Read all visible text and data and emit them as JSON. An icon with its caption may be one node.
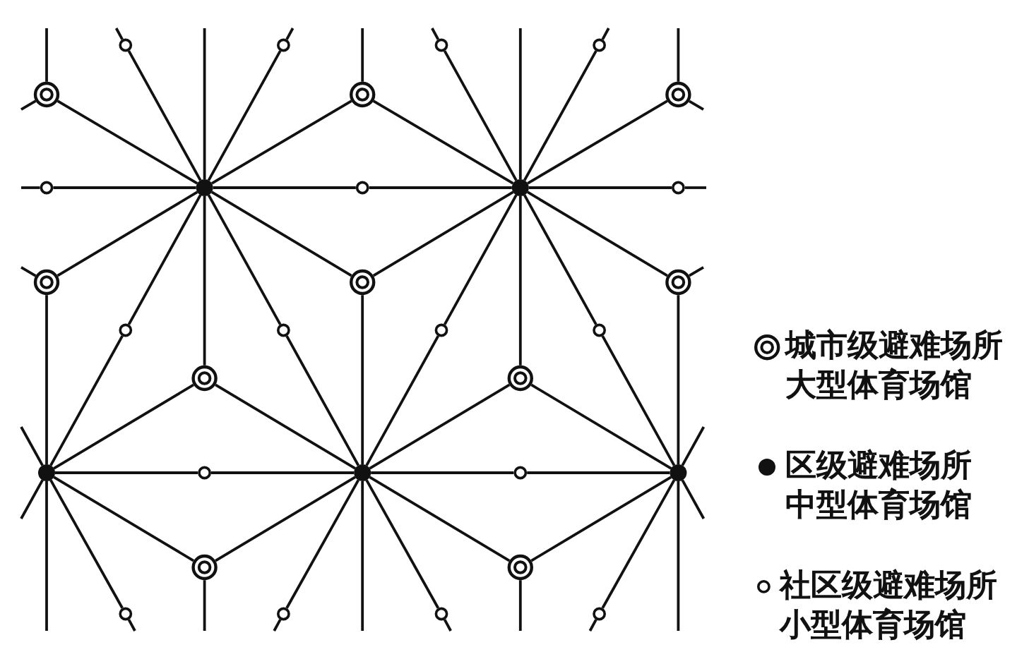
{
  "diagram": {
    "nodes": [
      {
        "text": [],
        "shape": "circle"
      },
      {
        "text": [],
        "shape": "circle"
      },
      {
        "text": [],
        "shape": "circle"
      },
      {
        "text": [],
        "shape": "circle"
      },
      {
        "text": [],
        "shape": "ring"
      },
      {
        "text": [],
        "shape": "ring"
      },
      {
        "text": [],
        "shape": "ring"
      },
      {
        "text": [],
        "shape": "circle"
      },
      {
        "text": [],
        "shape": "dot"
      },
      {
        "text": [],
        "shape": "circle"
      },
      {
        "text": [],
        "shape": "dot"
      },
      {
        "text": [],
        "shape": "circle"
      },
      {
        "text": [],
        "shape": "ring"
      },
      {
        "text": [],
        "shape": "ring"
      },
      {
        "text": [],
        "shape": "ring"
      },
      {
        "text": [],
        "shape": "circle"
      },
      {
        "text": [],
        "shape": "circle"
      },
      {
        "text": [],
        "shape": "circle"
      },
      {
        "text": [],
        "shape": "circle"
      },
      {
        "text": [],
        "shape": "ring"
      },
      {
        "text": [],
        "shape": "ring"
      },
      {
        "text": [],
        "shape": "dot"
      },
      {
        "text": [],
        "shape": "circle"
      },
      {
        "text": [],
        "shape": "dot"
      },
      {
        "text": [],
        "shape": "circle"
      },
      {
        "text": [],
        "shape": "dot"
      },
      {
        "text": [],
        "shape": "ring"
      },
      {
        "text": [],
        "shape": "ring"
      },
      {
        "text": [],
        "shape": "circle"
      },
      {
        "text": [],
        "shape": "circle"
      },
      {
        "text": [],
        "shape": "circle"
      },
      {
        "text": [],
        "shape": "circle"
      }
    ],
    "edges": [
      {
        "from": 4,
        "to": null,
        "arrow": "none"
      },
      {
        "from": 12,
        "to": 21,
        "arrow": "none"
      },
      {
        "from": 21,
        "to": null,
        "arrow": "none"
      },
      {
        "from": 8,
        "to": null,
        "arrow": "none"
      },
      {
        "from": 8,
        "to": 19,
        "arrow": "none"
      },
      {
        "from": 26,
        "to": null,
        "arrow": "none"
      },
      {
        "from": 5,
        "to": null,
        "arrow": "none"
      },
      {
        "from": 13,
        "to": 23,
        "arrow": "none"
      },
      {
        "from": 23,
        "to": null,
        "arrow": "none"
      },
      {
        "from": 10,
        "to": null,
        "arrow": "none"
      },
      {
        "from": 10,
        "to": 20,
        "arrow": "none"
      },
      {
        "from": 27,
        "to": null,
        "arrow": "none"
      },
      {
        "from": 6,
        "to": null,
        "arrow": "none"
      },
      {
        "from": 14,
        "to": 25,
        "arrow": "none"
      },
      {
        "from": 25,
        "to": null,
        "arrow": "none"
      },
      {
        "from": 7,
        "to": null,
        "arrow": "none"
      },
      {
        "from": 7,
        "to": 8,
        "arrow": "none"
      },
      {
        "from": 8,
        "to": 9,
        "arrow": "none"
      },
      {
        "from": 9,
        "to": 10,
        "arrow": "none"
      },
      {
        "from": 10,
        "to": 11,
        "arrow": "none"
      },
      {
        "from": 11,
        "to": null,
        "arrow": "none"
      },
      {
        "from": 21,
        "to": 22,
        "arrow": "none"
      },
      {
        "from": 22,
        "to": 23,
        "arrow": "none"
      },
      {
        "from": 23,
        "to": 24,
        "arrow": "none"
      },
      {
        "from": 24,
        "to": 25,
        "arrow": "none"
      },
      {
        "from": 8,
        "to": 4,
        "arrow": "none"
      },
      {
        "from": 8,
        "to": 5,
        "arrow": "none"
      },
      {
        "from": 8,
        "to": 12,
        "arrow": "none"
      },
      {
        "from": 8,
        "to": 13,
        "arrow": "none"
      },
      {
        "from": 10,
        "to": 5,
        "arrow": "none"
      },
      {
        "from": 10,
        "to": 6,
        "arrow": "none"
      },
      {
        "from": 10,
        "to": 13,
        "arrow": "none"
      },
      {
        "from": 10,
        "to": 14,
        "arrow": "none"
      },
      {
        "from": 21,
        "to": 19,
        "arrow": "none"
      },
      {
        "from": 21,
        "to": 26,
        "arrow": "none"
      },
      {
        "from": 23,
        "to": 19,
        "arrow": "none"
      },
      {
        "from": 23,
        "to": 20,
        "arrow": "none"
      },
      {
        "from": 23,
        "to": 26,
        "arrow": "none"
      },
      {
        "from": 23,
        "to": 27,
        "arrow": "none"
      },
      {
        "from": 25,
        "to": 20,
        "arrow": "none"
      },
      {
        "from": 25,
        "to": 27,
        "arrow": "none"
      },
      {
        "from": 4,
        "to": null,
        "arrow": "none"
      },
      {
        "from": 12,
        "to": null,
        "arrow": "none"
      },
      {
        "from": 6,
        "to": null,
        "arrow": "none"
      },
      {
        "from": 14,
        "to": null,
        "arrow": "none"
      },
      {
        "from": 8,
        "to": 0,
        "arrow": "none"
      },
      {
        "from": 0,
        "to": null,
        "arrow": "none"
      },
      {
        "from": 8,
        "to": 1,
        "arrow": "none"
      },
      {
        "from": 1,
        "to": null,
        "arrow": "none"
      },
      {
        "from": 8,
        "to": 15,
        "arrow": "none"
      },
      {
        "from": 15,
        "to": 21,
        "arrow": "none"
      },
      {
        "from": 8,
        "to": 16,
        "arrow": "none"
      },
      {
        "from": 16,
        "to": 23,
        "arrow": "none"
      },
      {
        "from": 10,
        "to": 2,
        "arrow": "none"
      },
      {
        "from": 2,
        "to": null,
        "arrow": "none"
      },
      {
        "from": 10,
        "to": 3,
        "arrow": "none"
      },
      {
        "from": 3,
        "to": null,
        "arrow": "none"
      },
      {
        "from": 10,
        "to": 17,
        "arrow": "none"
      },
      {
        "from": 17,
        "to": 23,
        "arrow": "none"
      },
      {
        "from": 10,
        "to": 18,
        "arrow": "none"
      },
      {
        "from": 18,
        "to": 25,
        "arrow": "none"
      },
      {
        "from": 21,
        "to": 28,
        "arrow": "none"
      },
      {
        "from": 28,
        "to": null,
        "arrow": "none"
      },
      {
        "from": 21,
        "to": null,
        "arrow": "none"
      },
      {
        "from": 21,
        "to": null,
        "arrow": "none"
      },
      {
        "from": 23,
        "to": 29,
        "arrow": "none"
      },
      {
        "from": 29,
        "to": null,
        "arrow": "none"
      },
      {
        "from": 23,
        "to": 30,
        "arrow": "none"
      },
      {
        "from": 30,
        "to": null,
        "arrow": "none"
      },
      {
        "from": 25,
        "to": 31,
        "arrow": "none"
      },
      {
        "from": 31,
        "to": null,
        "arrow": "none"
      },
      {
        "from": 25,
        "to": null,
        "arrow": "none"
      },
      {
        "from": 25,
        "to": null,
        "arrow": "none"
      }
    ],
    "legend": [
      {
        "text": "城市级避难场所大型体育场馆"
      },
      {
        "text": "区级避难场所中型体育场馆"
      },
      {
        "text": "社区级避难场所小型体育场馆"
      }
    ]
  }
}
